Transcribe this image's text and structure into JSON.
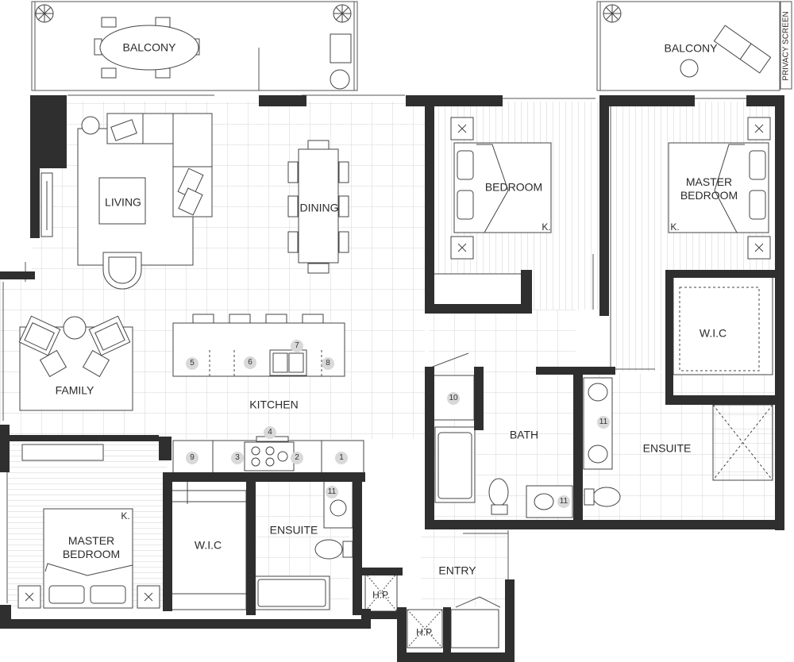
{
  "plan": {
    "rooms": {
      "balcony_left": "BALCONY",
      "balcony_right": "BALCONY",
      "privacy_screen": "PRIVACY SCREEN",
      "living": "LIVING",
      "dining": "DINING",
      "family": "FAMILY",
      "kitchen": "KITCHEN",
      "bedroom": "BEDROOM",
      "master_bedroom_right": "MASTER\nBEDROOM",
      "master_bedroom_left": "MASTER\nBEDROOM",
      "wic_right": "W.I.C",
      "wic_left": "W.I.C",
      "bath": "BATH",
      "ensuite_right": "ENSUITE",
      "ensuite_left": "ENSUITE",
      "entry": "ENTRY",
      "hp_1": "H.P.",
      "hp_2": "H.P."
    },
    "king_marks": {
      "bedroom": "K.",
      "master_right": "K.",
      "master_left": "K."
    },
    "appliance_numbers": {
      "n1": "1",
      "n2": "2",
      "n3": "3",
      "n4": "4",
      "n5": "5",
      "n6": "6",
      "n7": "7",
      "n8": "8",
      "n9": "9",
      "n10": "10",
      "n11_bath": "11",
      "n11_ensuite_right": "11",
      "n11_ensuite_left": "11"
    },
    "colors": {
      "wall": "#2f2f2f",
      "line": "#555555",
      "grid": "#d4d4d4",
      "badge": "#d9d9d9"
    }
  }
}
